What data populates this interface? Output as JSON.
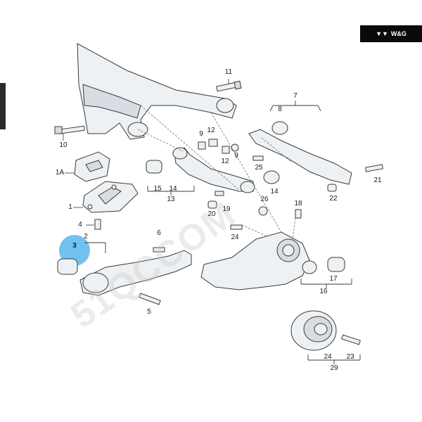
{
  "brand": {
    "label": "W&G",
    "icon": "brand-logo-icon"
  },
  "watermark": "51QCCOM",
  "highlight": {
    "part": "3",
    "color": "#5ab6ee"
  },
  "callouts": [
    "11",
    "7",
    "8",
    "9",
    "12",
    "10",
    "12",
    "9",
    "1A",
    "15",
    "14",
    "13",
    "25",
    "14",
    "21",
    "26",
    "19",
    "1",
    "18",
    "22",
    "20",
    "4",
    "6",
    "24",
    "2",
    "3",
    "17",
    "16",
    "5",
    "24",
    "23",
    "29"
  ],
  "colors": {
    "stroke": "#3a3a3a",
    "part_fill": "#eef1f3",
    "badge_bg": "#0a0a0a"
  }
}
